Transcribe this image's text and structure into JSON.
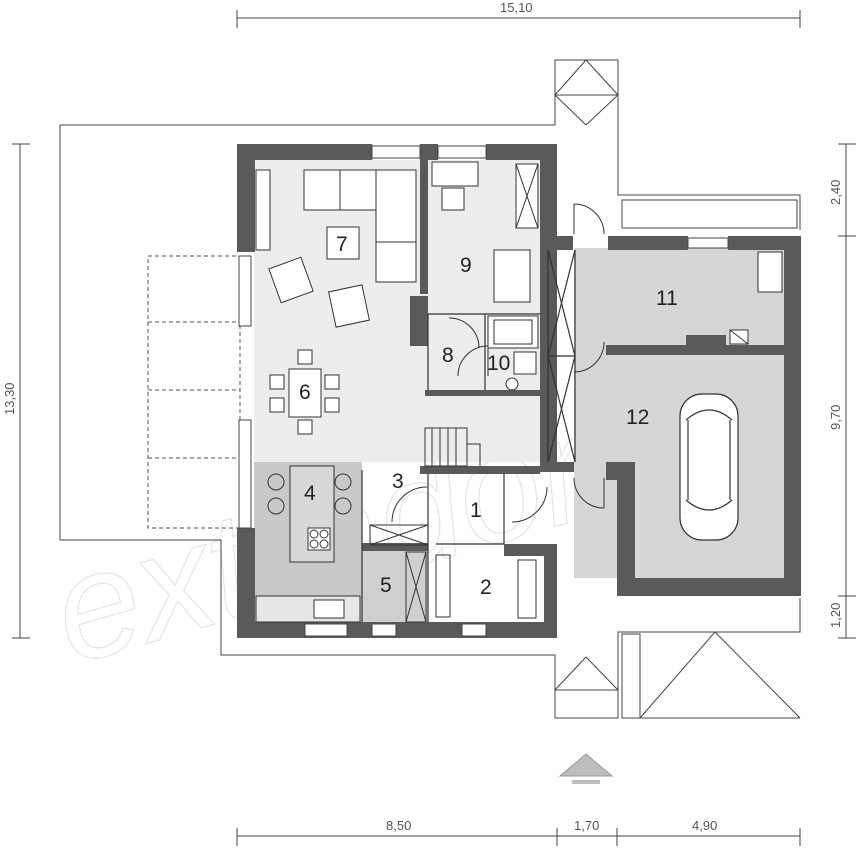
{
  "dimensions": {
    "top_total": "15,10",
    "left_total": "13,30",
    "right": [
      "2,40",
      "9,70",
      "1,20"
    ],
    "bottom": [
      "8,50",
      "1,70",
      "4,90"
    ]
  },
  "rooms": [
    "1",
    "2",
    "3",
    "4",
    "5",
    "6",
    "7",
    "8",
    "9",
    "10",
    "11",
    "12"
  ],
  "watermark": "extradom",
  "colors": {
    "wall": "#5a5a5a",
    "garage_floor": "#d4d4d4",
    "living_floor": "#ededed",
    "kitchen_floor": "#c9c9c9",
    "line": "#333333"
  }
}
